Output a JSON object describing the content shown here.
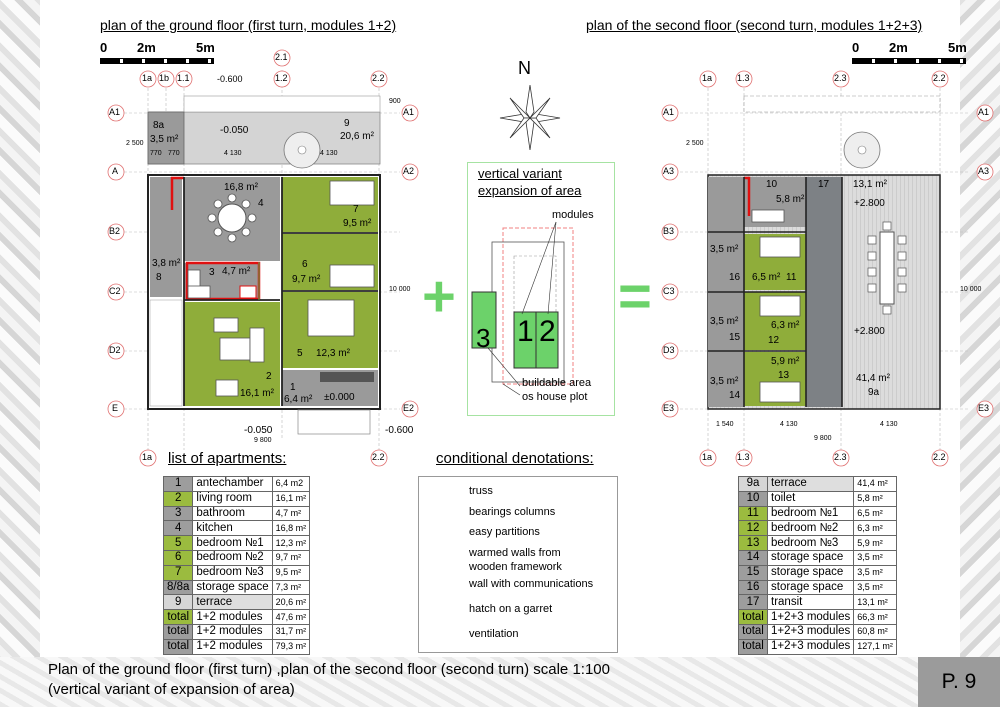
{
  "headers": {
    "ground": "plan of the ground floor (first turn, modules 1+2)",
    "second": "plan of the second floor (second turn, modules 1+2+3)"
  },
  "scale": {
    "z": "0",
    "a": "2m",
    "b": "5m"
  },
  "north": "N",
  "vertical": {
    "title1": "vertical variant",
    "title2": "expansion of area",
    "modules": "modules",
    "m3": "3",
    "m1": "1",
    "m2": "2",
    "buildable": "buildable area",
    "plot": "os house plot",
    "plus": "+",
    "equals": "="
  },
  "axes_ground": {
    "top": [
      "1a",
      "1b",
      "1.1",
      "1.2",
      "2.2"
    ],
    "top2": "2.1",
    "left": [
      "A1",
      "A",
      "B2",
      "C2",
      "D2",
      "E"
    ],
    "right": [
      "A1",
      "A2",
      "E2"
    ],
    "bottom": [
      "1a",
      "2.2"
    ]
  },
  "axes_second": {
    "top": [
      "1a",
      "1.3",
      "2.3",
      "2.2"
    ],
    "left": [
      "A1",
      "A3",
      "B3",
      "C3",
      "D3",
      "E3"
    ],
    "right": [
      "A1",
      "A3",
      "E3"
    ],
    "bottom": [
      "1a",
      "1.3",
      "2.3",
      "2.2"
    ]
  },
  "ground_rooms": {
    "r8a": "8a",
    "a8a": "3,5 m²",
    "r9": "9",
    "a9": "20,6 m²",
    "lvl1": "-0.050",
    "lvl2": "-0.600",
    "r4": "4",
    "a4": "16,8 m²",
    "r7": "7",
    "a7": "9,5 m²",
    "r6": "6",
    "a6": "9,7 m²",
    "r3": "3",
    "a3": "4,7 m²",
    "r8": "8",
    "a8": "3,8 m²",
    "r5": "5",
    "a5": "12,3 m²",
    "r2": "2",
    "a2": "16,1 m²",
    "r1": "1",
    "a1": "6,4 m²",
    "zero": "±0.000",
    "lvl3": "-0.050",
    "lvl4": "-0.600",
    "d1": "770",
    "d2": "770",
    "d3": "4 130",
    "d4": "4 130",
    "d5": "9 800",
    "h1": "900",
    "h2": "2 500",
    "h3": "10 000"
  },
  "second_rooms": {
    "r10": "10",
    "a10": "5,8 m²",
    "r17": "17",
    "a17": "13,1 m²",
    "p1": "+2.800",
    "a16": "3,5 m²",
    "r16": "16",
    "a11": "6,5 m²",
    "r11": "11",
    "a15": "3,5 m²",
    "r15": "15",
    "a12": "6,3 m²",
    "r12": "12",
    "p2": "+2.800",
    "a14": "3,5 m²",
    "r14": "14",
    "a13": "5,9 m²",
    "r13": "13",
    "a9a": "41,4 m²",
    "r9a": "9a",
    "d1": "1 540",
    "d2": "4 130",
    "d3": "4 130",
    "d4": "9 800",
    "h1": "2 500",
    "h2": "10 000"
  },
  "list_title": "list of apartments:",
  "apartments": [
    {
      "n": "1",
      "name": "antechamber",
      "area": "6,4 m2",
      "cls": "c-gray"
    },
    {
      "n": "2",
      "name": "living room",
      "area": "16,1 m²",
      "cls": "c-green"
    },
    {
      "n": "3",
      "name": "bathroom",
      "area": "4,7 m²",
      "cls": "c-gray"
    },
    {
      "n": "4",
      "name": "kitchen",
      "area": "16,8 m²",
      "cls": "c-gray"
    },
    {
      "n": "5",
      "name": "bedroom №1",
      "area": "12,3 m²",
      "cls": "c-green"
    },
    {
      "n": "6",
      "name": "bedroom №2",
      "area": "9,7 m²",
      "cls": "c-green"
    },
    {
      "n": "7",
      "name": "bedroom №3",
      "area": "9,5 m²",
      "cls": "c-green"
    },
    {
      "n": "8/8a",
      "name": "storage space",
      "area": "7,3 m²",
      "cls": "c-gray"
    },
    {
      "n": "9",
      "name": "terrace",
      "area": "20,6 m²",
      "cls": "c-light"
    },
    {
      "n": "total",
      "name": "1+2 modules",
      "area": "47,6 m²",
      "cls": "c-green"
    },
    {
      "n": "total",
      "name": "1+2 modules",
      "area": "31,7 m²",
      "cls": "c-gray"
    },
    {
      "n": "total",
      "name": "1+2 modules",
      "area": "79,3 m²",
      "cls": "c-gray"
    }
  ],
  "apartments2": [
    {
      "n": "9a",
      "name": "terrace",
      "area": "41,4 m²",
      "cls": "c-light"
    },
    {
      "n": "10",
      "name": "toilet",
      "area": "5,8 m²",
      "cls": "c-gray"
    },
    {
      "n": "11",
      "name": "bedroom №1",
      "area": "6,5 m²",
      "cls": "c-green"
    },
    {
      "n": "12",
      "name": "bedroom №2",
      "area": "6,3 m²",
      "cls": "c-green"
    },
    {
      "n": "13",
      "name": "bedroom №3",
      "area": "5,9 m²",
      "cls": "c-green"
    },
    {
      "n": "14",
      "name": "storage space",
      "area": "3,5 m²",
      "cls": "c-gray"
    },
    {
      "n": "15",
      "name": "storage space",
      "area": "3,5 m²",
      "cls": "c-gray"
    },
    {
      "n": "16",
      "name": "storage space",
      "area": "3,5 m²",
      "cls": "c-gray"
    },
    {
      "n": "17",
      "name": "transit",
      "area": "13,1 m²",
      "cls": "c-gray"
    },
    {
      "n": "total",
      "name": "1+2+3 modules",
      "area": "66,3 m²",
      "cls": "c-green"
    },
    {
      "n": "total",
      "name": "1+2+3 modules",
      "area": "60,8 m²",
      "cls": "c-gray"
    },
    {
      "n": "total",
      "name": "1+2+3 modules",
      "area": "127,1 m²",
      "cls": "c-gray"
    }
  ],
  "cond_title": "conditional denotations:",
  "cond": {
    "truss": "truss",
    "columns": "bearings columns",
    "easy": "easy partitions",
    "warm1": "warmed walls from",
    "warm2": "wooden framework",
    "comm": "wall with communications",
    "hatch": "hatch on a garret",
    "vent": "ventilation"
  },
  "footer": {
    "line1": "Plan of the ground floor (first turn) ,plan of the second floor (second turn) scale 1:100",
    "line2": "(vertical variant of expansion of area)",
    "page": "P. 9"
  },
  "colors": {
    "green": "#8fad3a",
    "gray": "#9a9a9a",
    "dark": "#6b7175",
    "red": "#e01010",
    "accent": "#6cd26a"
  }
}
